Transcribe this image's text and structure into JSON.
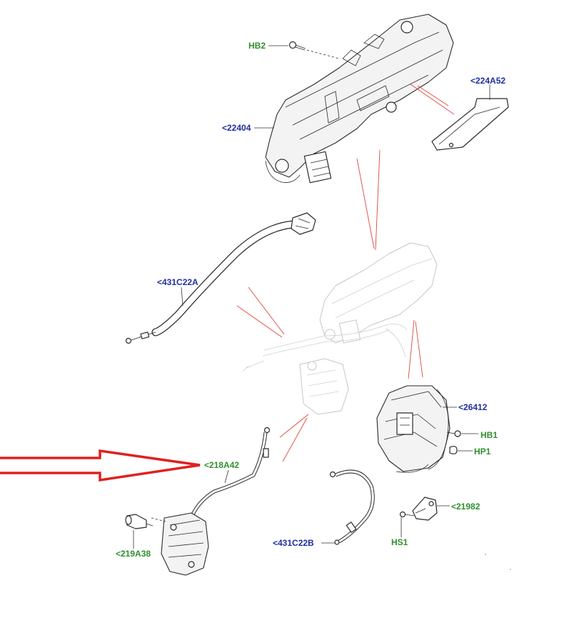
{
  "labels": {
    "hb2": "HB2",
    "p224a52": "<224A52",
    "p22404": "<22404",
    "p431c22a": "<431C22A",
    "p26412": "<26412",
    "hb1": "HB1",
    "hp1": "HP1",
    "p218a42": "<218A42",
    "p21982": "<21982",
    "p219a38": "<219A38",
    "p431c22b": "<431C22B",
    "hs1": "HS1"
  },
  "colors": {
    "part_number_text": "#1f2f9f",
    "fastener_text": "#2f8f2f",
    "arrow": "#e02020",
    "guide_lines": "#e0463e"
  }
}
